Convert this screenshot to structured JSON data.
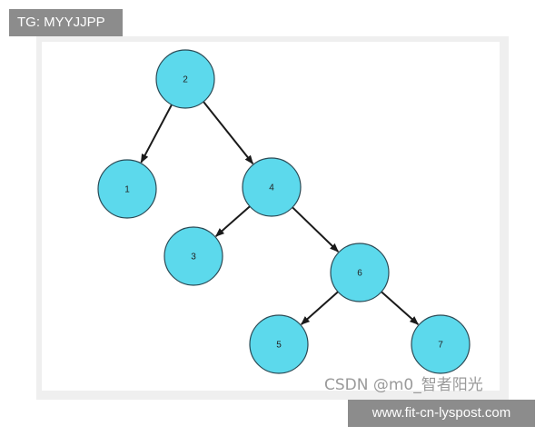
{
  "watermark": {
    "tg_badge": "TG: MYYJJPP",
    "csdn_text": "CSDN @m0_智者阳光",
    "site_url": "www.fit-cn-lyspost.com"
  },
  "tree": {
    "node_color": "#5cd9ec",
    "node_border": "#2b4a55",
    "edge_color": "#1a1a1a",
    "nodes": [
      {
        "id": "n2",
        "label": "2"
      },
      {
        "id": "n1",
        "label": "1"
      },
      {
        "id": "n4",
        "label": "4"
      },
      {
        "id": "n3",
        "label": "3"
      },
      {
        "id": "n6",
        "label": "6"
      },
      {
        "id": "n5",
        "label": "5"
      },
      {
        "id": "n7",
        "label": "7"
      }
    ],
    "edges": [
      {
        "from": "n2",
        "to": "n1"
      },
      {
        "from": "n2",
        "to": "n4"
      },
      {
        "from": "n4",
        "to": "n3"
      },
      {
        "from": "n4",
        "to": "n6"
      },
      {
        "from": "n6",
        "to": "n5"
      },
      {
        "from": "n6",
        "to": "n7"
      }
    ]
  }
}
